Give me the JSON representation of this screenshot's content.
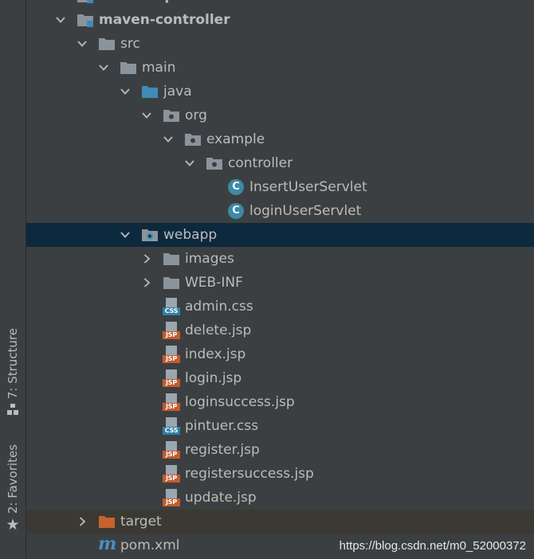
{
  "left_strip": {
    "structure_tab": "7: Structure",
    "favorites_tab": "2: Favorites"
  },
  "tree": {
    "partial_top": "maven-api",
    "module": "maven-controller",
    "src": "src",
    "main": "main",
    "java": "java",
    "org": "org",
    "example": "example",
    "controller": "controller",
    "class_insert": "InsertUserServlet",
    "class_login": "loginUserServlet",
    "webapp": "webapp",
    "images": "images",
    "web_inf": "WEB-INF",
    "files": [
      {
        "name": "admin.css",
        "type": "CSS"
      },
      {
        "name": "delete.jsp",
        "type": "JSP"
      },
      {
        "name": "index.jsp",
        "type": "JSP"
      },
      {
        "name": "login.jsp",
        "type": "JSP"
      },
      {
        "name": "loginsuccess.jsp",
        "type": "JSP"
      },
      {
        "name": "pintuer.css",
        "type": "CSS"
      },
      {
        "name": "register.jsp",
        "type": "JSP"
      },
      {
        "name": "registersuccess.jsp",
        "type": "JSP"
      },
      {
        "name": "update.jsp",
        "type": "JSP"
      }
    ],
    "target": "target",
    "pom": "pom.xml",
    "class_icon_letter": "C",
    "maven_icon_letter": "m"
  },
  "watermark": "https://blog.csdn.net/m0_52000372",
  "colors": {
    "folder_gray": "#8c949b",
    "source_folder_blue": "#3d8cb7",
    "excluded_folder_orange": "#c5622e",
    "css_badge": "#2e7fa6",
    "jsp_badge": "#c25b2d",
    "selection": "#0d293e"
  }
}
